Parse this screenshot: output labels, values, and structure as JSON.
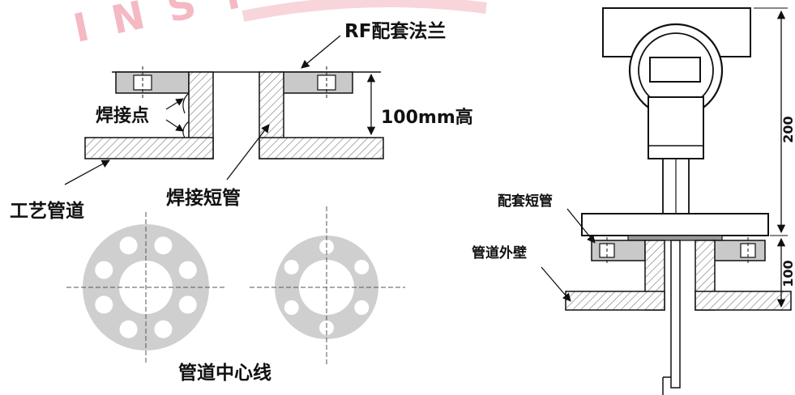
{
  "watermark": {
    "text": "INST",
    "color": "#f4b9c3"
  },
  "colors": {
    "line": "#111111",
    "hatch": "#888888",
    "flange_fill": "#c7c7c7",
    "ring_fill": "#cdcdcd",
    "body_fill": "#ffffff"
  },
  "labels": {
    "rf_flange": "RF配套法兰",
    "weld_point": "焊接点",
    "height_100mm": "100mm高",
    "process_pipe": "工艺管道",
    "weld_stub": "焊接短管",
    "pipe_centerline": "管道中心线",
    "mating_stub": "配套短管",
    "pipe_outer_wall": "管道外壁"
  },
  "dimensions": {
    "total_height": "200",
    "stub_height": "100"
  },
  "flange_patterns": {
    "left_bolt_holes": 8,
    "right_bolt_holes": 6
  }
}
